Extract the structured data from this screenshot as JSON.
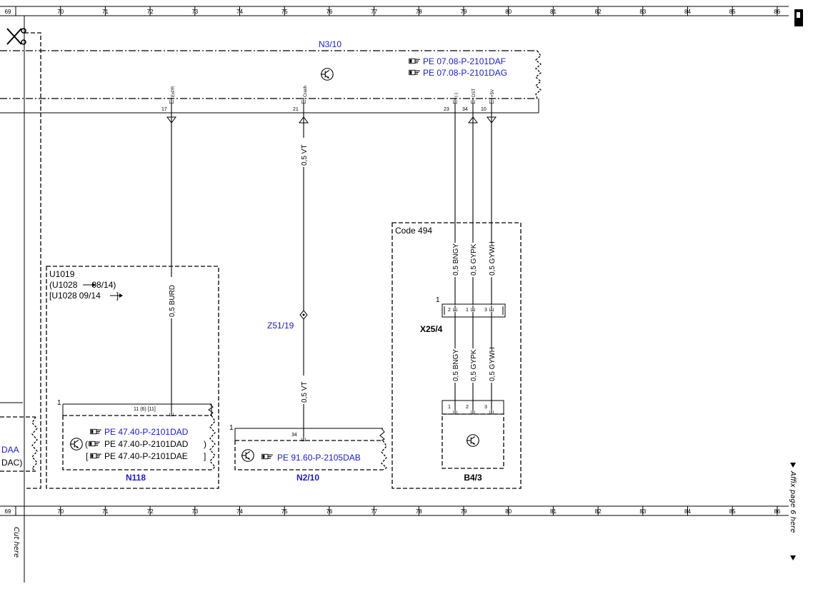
{
  "ruler": {
    "columns": [
      "69",
      "70",
      "71",
      "72",
      "73",
      "74",
      "75",
      "76",
      "77",
      "78",
      "79",
      "80",
      "81",
      "82",
      "83",
      "84",
      "85",
      "86"
    ]
  },
  "components": {
    "n3_10": {
      "name": "N3/10",
      "refs": [
        "PE 07.08-P-2101DAF",
        "PE 07.08-P-2101DAG"
      ]
    },
    "u1019": {
      "line1": "U1019",
      "line2_prefix": "(",
      "line2_code": "U1028",
      "line2_suffix": "08/14)",
      "line3_prefix": "[",
      "line3_code": "U1028",
      "line3_suffix": "09/14",
      "line3_close": "]"
    },
    "n118": {
      "name": "N118",
      "pin_number": "1",
      "pin_label": "11 (6) [11]",
      "refs": [
        "PE 47.40-P-2101DAD",
        "PE 47.40-P-2101DAD",
        "PE 47.40-P-2101DAE"
      ],
      "open_paren": "(",
      "close_paren": ")",
      "open_bracket": "[",
      "close_bracket": "]"
    },
    "n2_10": {
      "name": "N2/10",
      "pin_number": "1",
      "pin_label": "34",
      "ref": "PE 91.60-P-2105DAB"
    },
    "code494": {
      "label": "Code 494"
    },
    "x25_4": {
      "name": "X25/4",
      "one": "1",
      "pins": [
        "2",
        "1",
        "3"
      ]
    },
    "b4_3": {
      "name": "B4/3",
      "pins": [
        "1",
        "2",
        "3"
      ]
    },
    "z51_19": {
      "name": "Z51/19"
    },
    "left_fragments": {
      "a": "DAA",
      "b": "DAC)"
    }
  },
  "pins": {
    "p17": {
      "number": "17",
      "signal": "ExPR"
    },
    "p21": {
      "number": "21",
      "signal": "Crash"
    },
    "p23": {
      "number": "23",
      "signal": "(-)"
    },
    "p34": {
      "number": "34",
      "signal": "DST"
    },
    "p10": {
      "number": "10",
      "signal": "+5V"
    }
  },
  "wires": {
    "vt_top": "0,5 VT",
    "vt_bottom": "0,5 VT",
    "burd": "0,5 BURD",
    "bngy_top": "0,5 BNGY",
    "gypk_top": "0,5 GYPK",
    "gywh_top": "0,5 GYWH",
    "bngy_bottom": "0,5 BNGY",
    "gypk_bottom": "0,5 GYPK",
    "gywh_bottom": "0,5 GYWH"
  },
  "margins": {
    "cut_here": "Cut here",
    "affix": "Affix page 6 here"
  }
}
